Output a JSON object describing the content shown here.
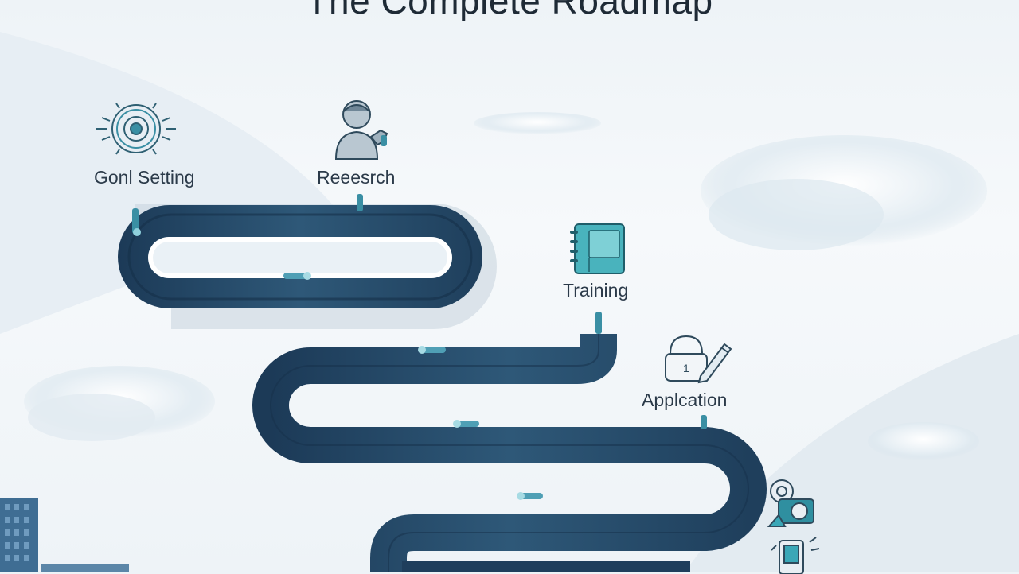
{
  "header": {
    "title": "The Complete Roadmap"
  },
  "steps": [
    {
      "label": "Gonl Setting",
      "icon": "gear-target-icon"
    },
    {
      "label": "Reeesrch",
      "icon": "person-research-icon"
    },
    {
      "label": "Training",
      "icon": "notebook-icon"
    },
    {
      "label": "Applcation",
      "icon": "lock-pencil-icon"
    },
    {
      "label": "",
      "icon": "coin-gear-icon"
    },
    {
      "label": "",
      "icon": "phone-icon"
    }
  ],
  "colors": {
    "road_dark": "#1f3e5c",
    "road_mid": "#2d5878",
    "road_light": "#3f6c8e",
    "accent_teal": "#3a9db0",
    "marker": "#8fd0dc",
    "text": "#2b3a49"
  }
}
